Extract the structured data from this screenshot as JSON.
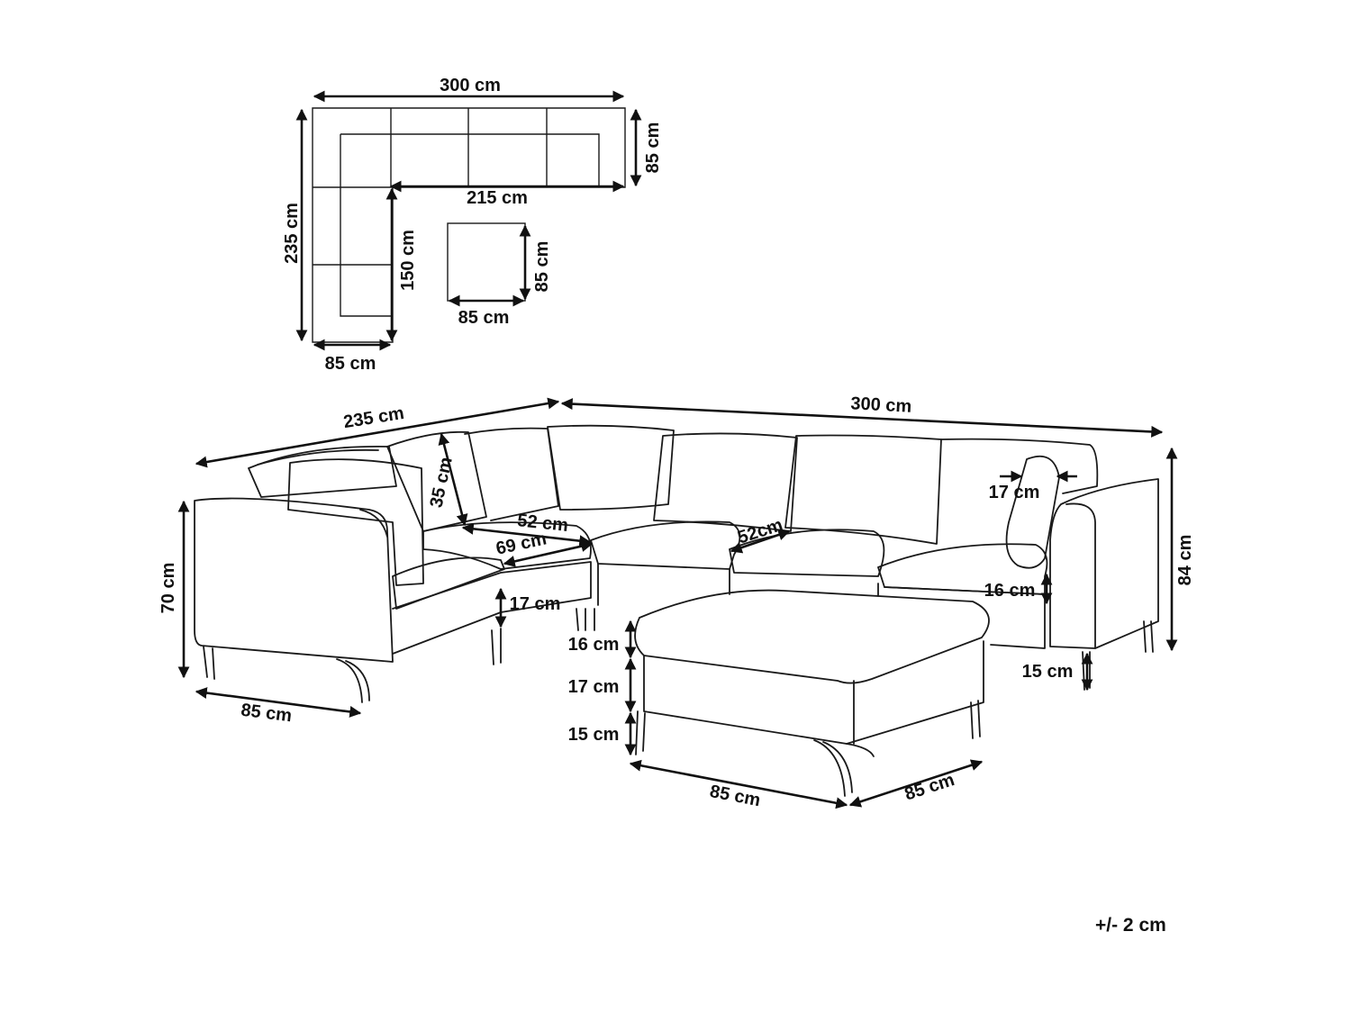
{
  "top_view": {
    "width_300": "300 cm",
    "depth_85_right": "85 cm",
    "inner_215": "215 cm",
    "length_235": "235 cm",
    "inner_150": "150 cm",
    "depth_85_bottom": "85 cm",
    "ottoman_depth": "85 cm",
    "ottoman_width": "85 cm"
  },
  "perspective_view": {
    "length_235": "235 cm",
    "width_300": "300 cm",
    "height_70": "70 cm",
    "arm_depth_85": "85 cm",
    "backrest_35": "35 cm",
    "seat_52_left": "52 cm",
    "seat_69": "69 cm",
    "seat_52_right": "52cm",
    "cushion_17_left": "17 cm",
    "pillow_17": "17 cm",
    "height_84": "84 cm",
    "seat_16_right": "16 cm",
    "leg_15_right": "15 cm"
  },
  "ottoman_view": {
    "cushion_16": "16 cm",
    "base_17": "17 cm",
    "leg_15": "15 cm",
    "width_85": "85 cm",
    "depth_85": "85 cm"
  },
  "tolerance": "+/- 2 cm"
}
